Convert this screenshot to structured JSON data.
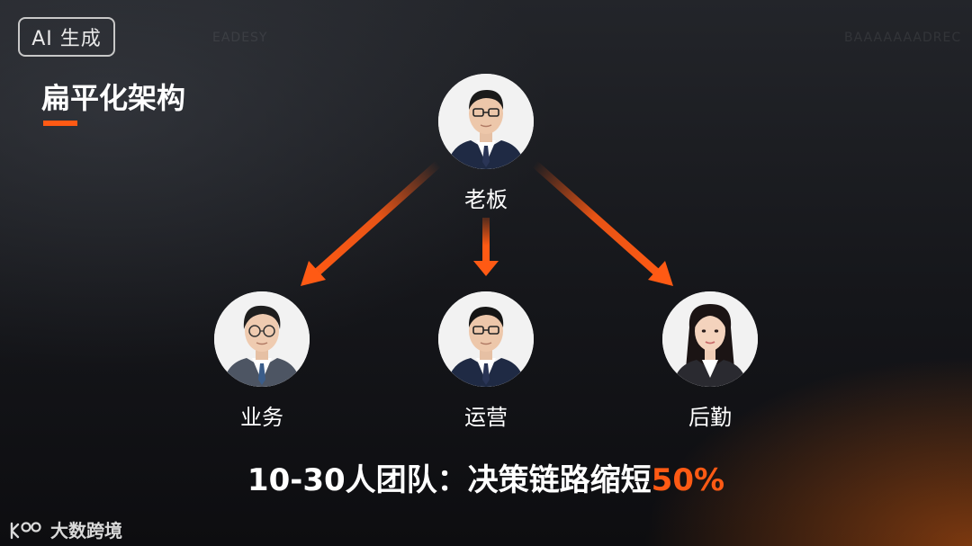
{
  "badge": {
    "label": "AI 生成"
  },
  "header": {
    "title": "扁平化架构"
  },
  "ghost_text": {
    "left": "EADESY",
    "right": "BAAAAAAADREC"
  },
  "org": {
    "root": {
      "label": "老板"
    },
    "children": [
      {
        "label": "业务"
      },
      {
        "label": "运营"
      },
      {
        "label": "后勤"
      }
    ]
  },
  "tagline": {
    "main": "10-30人团队：决策链路缩短",
    "highlight": "50%"
  },
  "footer": {
    "logo_text": "大数跨境"
  },
  "colors": {
    "accent": "#ff5a14",
    "background": "#15161a"
  },
  "icons": [
    "person-avatar-icon",
    "arrow-down-icon",
    "brand-logo-icon"
  ]
}
